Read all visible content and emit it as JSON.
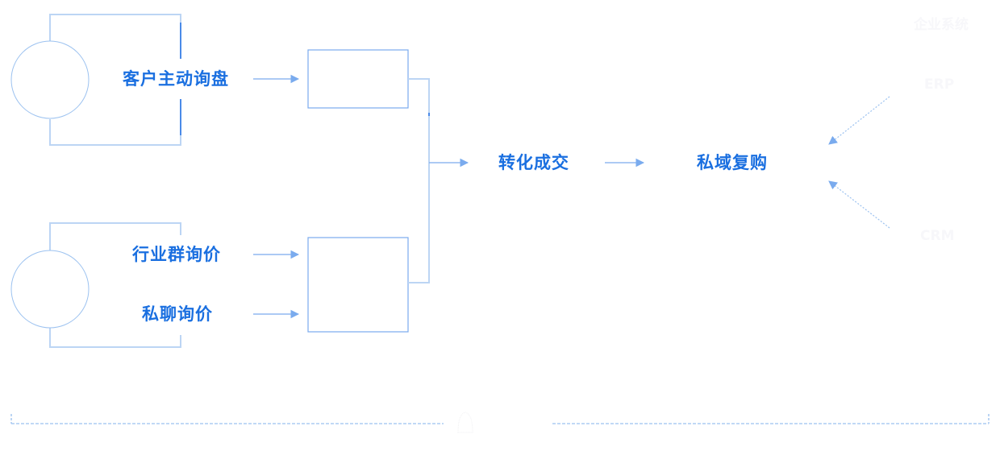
{
  "colors": {
    "text": "#1a6fe0",
    "line": "#7aabee",
    "line_light": "#bcd5f4",
    "accent_dot": "#4a8ae8",
    "ghost_text": "#f7f7fa"
  },
  "sources": {
    "top_group": {
      "label": "客户主动询盘",
      "icon": "circle-icon"
    },
    "bottom_group": {
      "labels": [
        "行业群询价",
        "私聊询价"
      ],
      "icon": "circle-icon"
    }
  },
  "flow": {
    "stage_convert": "转化成交",
    "stage_repurchase": "私域复购"
  },
  "systems": {
    "top": "企业系统",
    "middle": "ERP",
    "bottom": "CRM"
  },
  "footer": {
    "icon": "faint-bag-icon"
  }
}
